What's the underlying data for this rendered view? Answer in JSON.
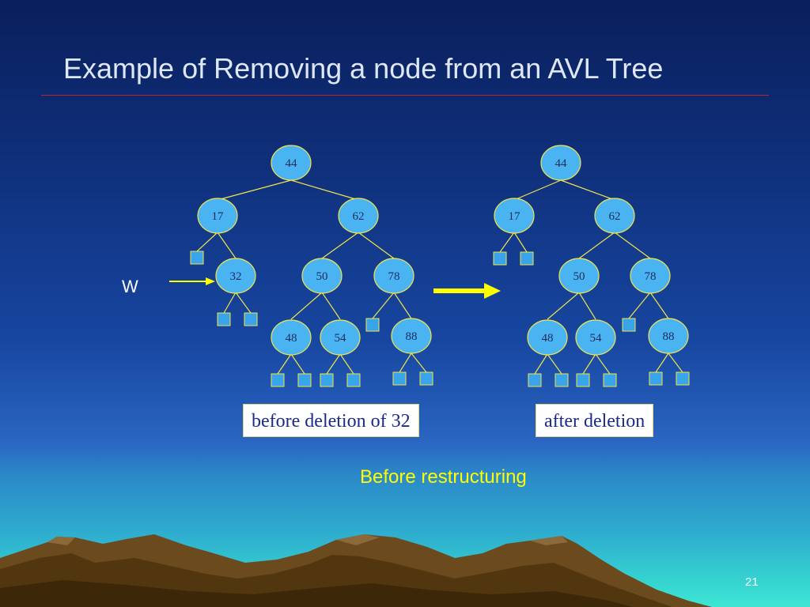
{
  "slide": {
    "title": "Example of Removing a node from an AVL Tree",
    "subtitle": "Before restructuring",
    "page_number": "21",
    "pointer_label": "W"
  },
  "colors": {
    "node_fill": "#4ab4f2",
    "node_stroke": "#f0e44a",
    "edge": "#f0e44a",
    "leaf_fill": "#3aa4ea",
    "arrow": "#ffff00",
    "subtitle": "#ffff00",
    "caption_text": "#1a2a8a"
  },
  "trees": {
    "before": {
      "caption": "before deletion of 32",
      "nodes": [
        "44",
        "17",
        "62",
        "32",
        "50",
        "78",
        "48",
        "54",
        "88"
      ]
    },
    "after": {
      "caption": "after deletion",
      "nodes": [
        "44",
        "17",
        "62",
        "50",
        "78",
        "48",
        "54",
        "88"
      ]
    }
  }
}
